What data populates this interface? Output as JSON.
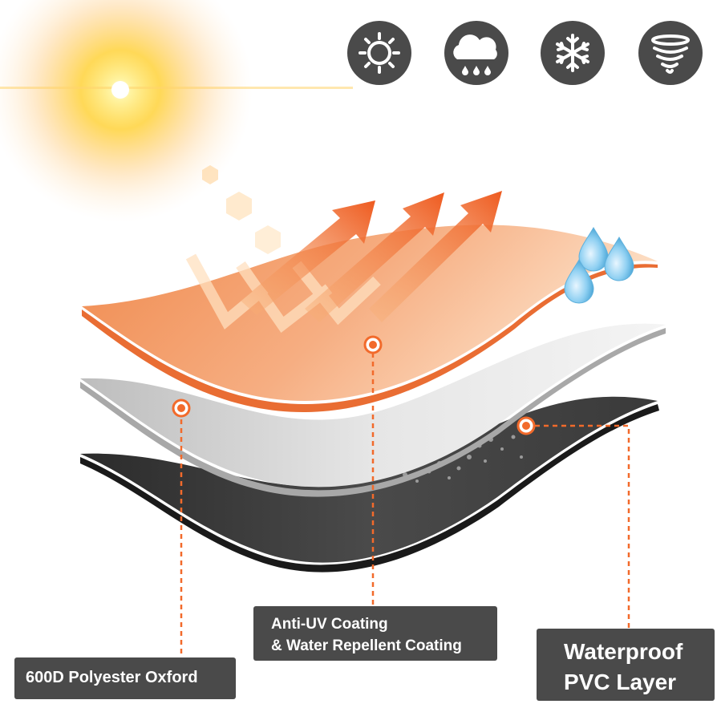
{
  "feature_icons": [
    {
      "icon": "sun-icon"
    },
    {
      "icon": "rain-cloud-icon"
    },
    {
      "icon": "snowflake-icon"
    },
    {
      "icon": "tornado-icon"
    }
  ],
  "colors": {
    "orange_layer": "#f5a26f",
    "orange_accent": "#f26a2b",
    "gray_layer": "#d9d9d9",
    "dark_layer": "#3c3c3c",
    "label_bg": "#4a4a4a",
    "icon_bg": "#4a4a4a",
    "water_drop": "#7fc4ea"
  },
  "labels": {
    "polyester": "600D Polyester Oxford",
    "anti_uv_line1": "Anti-UV Coating",
    "anti_uv_line2": "& Water Repellent Coating",
    "pvc_line1": "Waterproof",
    "pvc_line2": "PVC Layer"
  }
}
